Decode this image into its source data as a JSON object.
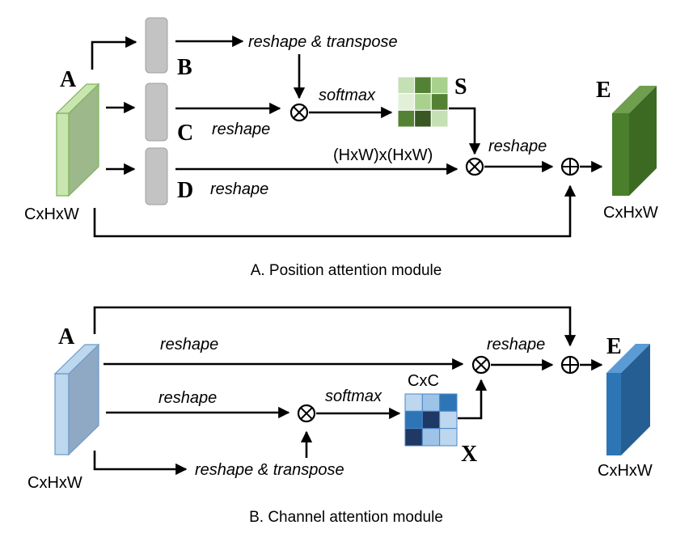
{
  "position_module": {
    "caption": "A. Position attention module",
    "input_letter": "A",
    "input_dims": "CxHxW",
    "branch_b_letter": "B",
    "branch_c_letter": "C",
    "branch_d_letter": "D",
    "label_reshape_transpose": "reshape & transpose",
    "label_reshape_c": "reshape",
    "label_reshape_d": "reshape",
    "label_softmax": "softmax",
    "attention_letter": "S",
    "attention_dims": "(HxW)x(HxW)",
    "label_reshape_out": "reshape",
    "output_letter": "E",
    "output_dims": "CxHxW",
    "colors": {
      "input_front": "#c9e5b0",
      "input_side": "#9db88a",
      "output_front": "#4b7f2b",
      "output_side": "#3c6a22",
      "output_top": "#6f9e4f",
      "matrix_cells": [
        "#c5e0b4",
        "#548235",
        "#a9d18e",
        "#e2f0d9",
        "#a9d18e",
        "#548235",
        "#548235",
        "#385723",
        "#c5e0b4"
      ]
    }
  },
  "channel_module": {
    "caption": "B. Channel attention module",
    "input_letter": "A",
    "input_dims": "CxHxW",
    "label_reshape_top": "reshape",
    "label_reshape_mid": "reshape",
    "label_reshape_transpose": "reshape & transpose",
    "label_softmax": "softmax",
    "attention_letter": "X",
    "attention_dims": "CxC",
    "label_reshape_out": "reshape",
    "output_letter": "E",
    "output_dims": "CxHxW",
    "colors": {
      "input_front": "#bdd7ee",
      "input_side": "#8fa9c4",
      "output_front": "#2e75b6",
      "output_side": "#245e93",
      "output_top": "#5b9bd5",
      "matrix_cells": [
        "#bdd7ee",
        "#9dc3e6",
        "#2e75b6",
        "#2e75b6",
        "#1f3864",
        "#bdd7ee",
        "#203864",
        "#9dc3e6",
        "#bdd7ee"
      ]
    }
  }
}
